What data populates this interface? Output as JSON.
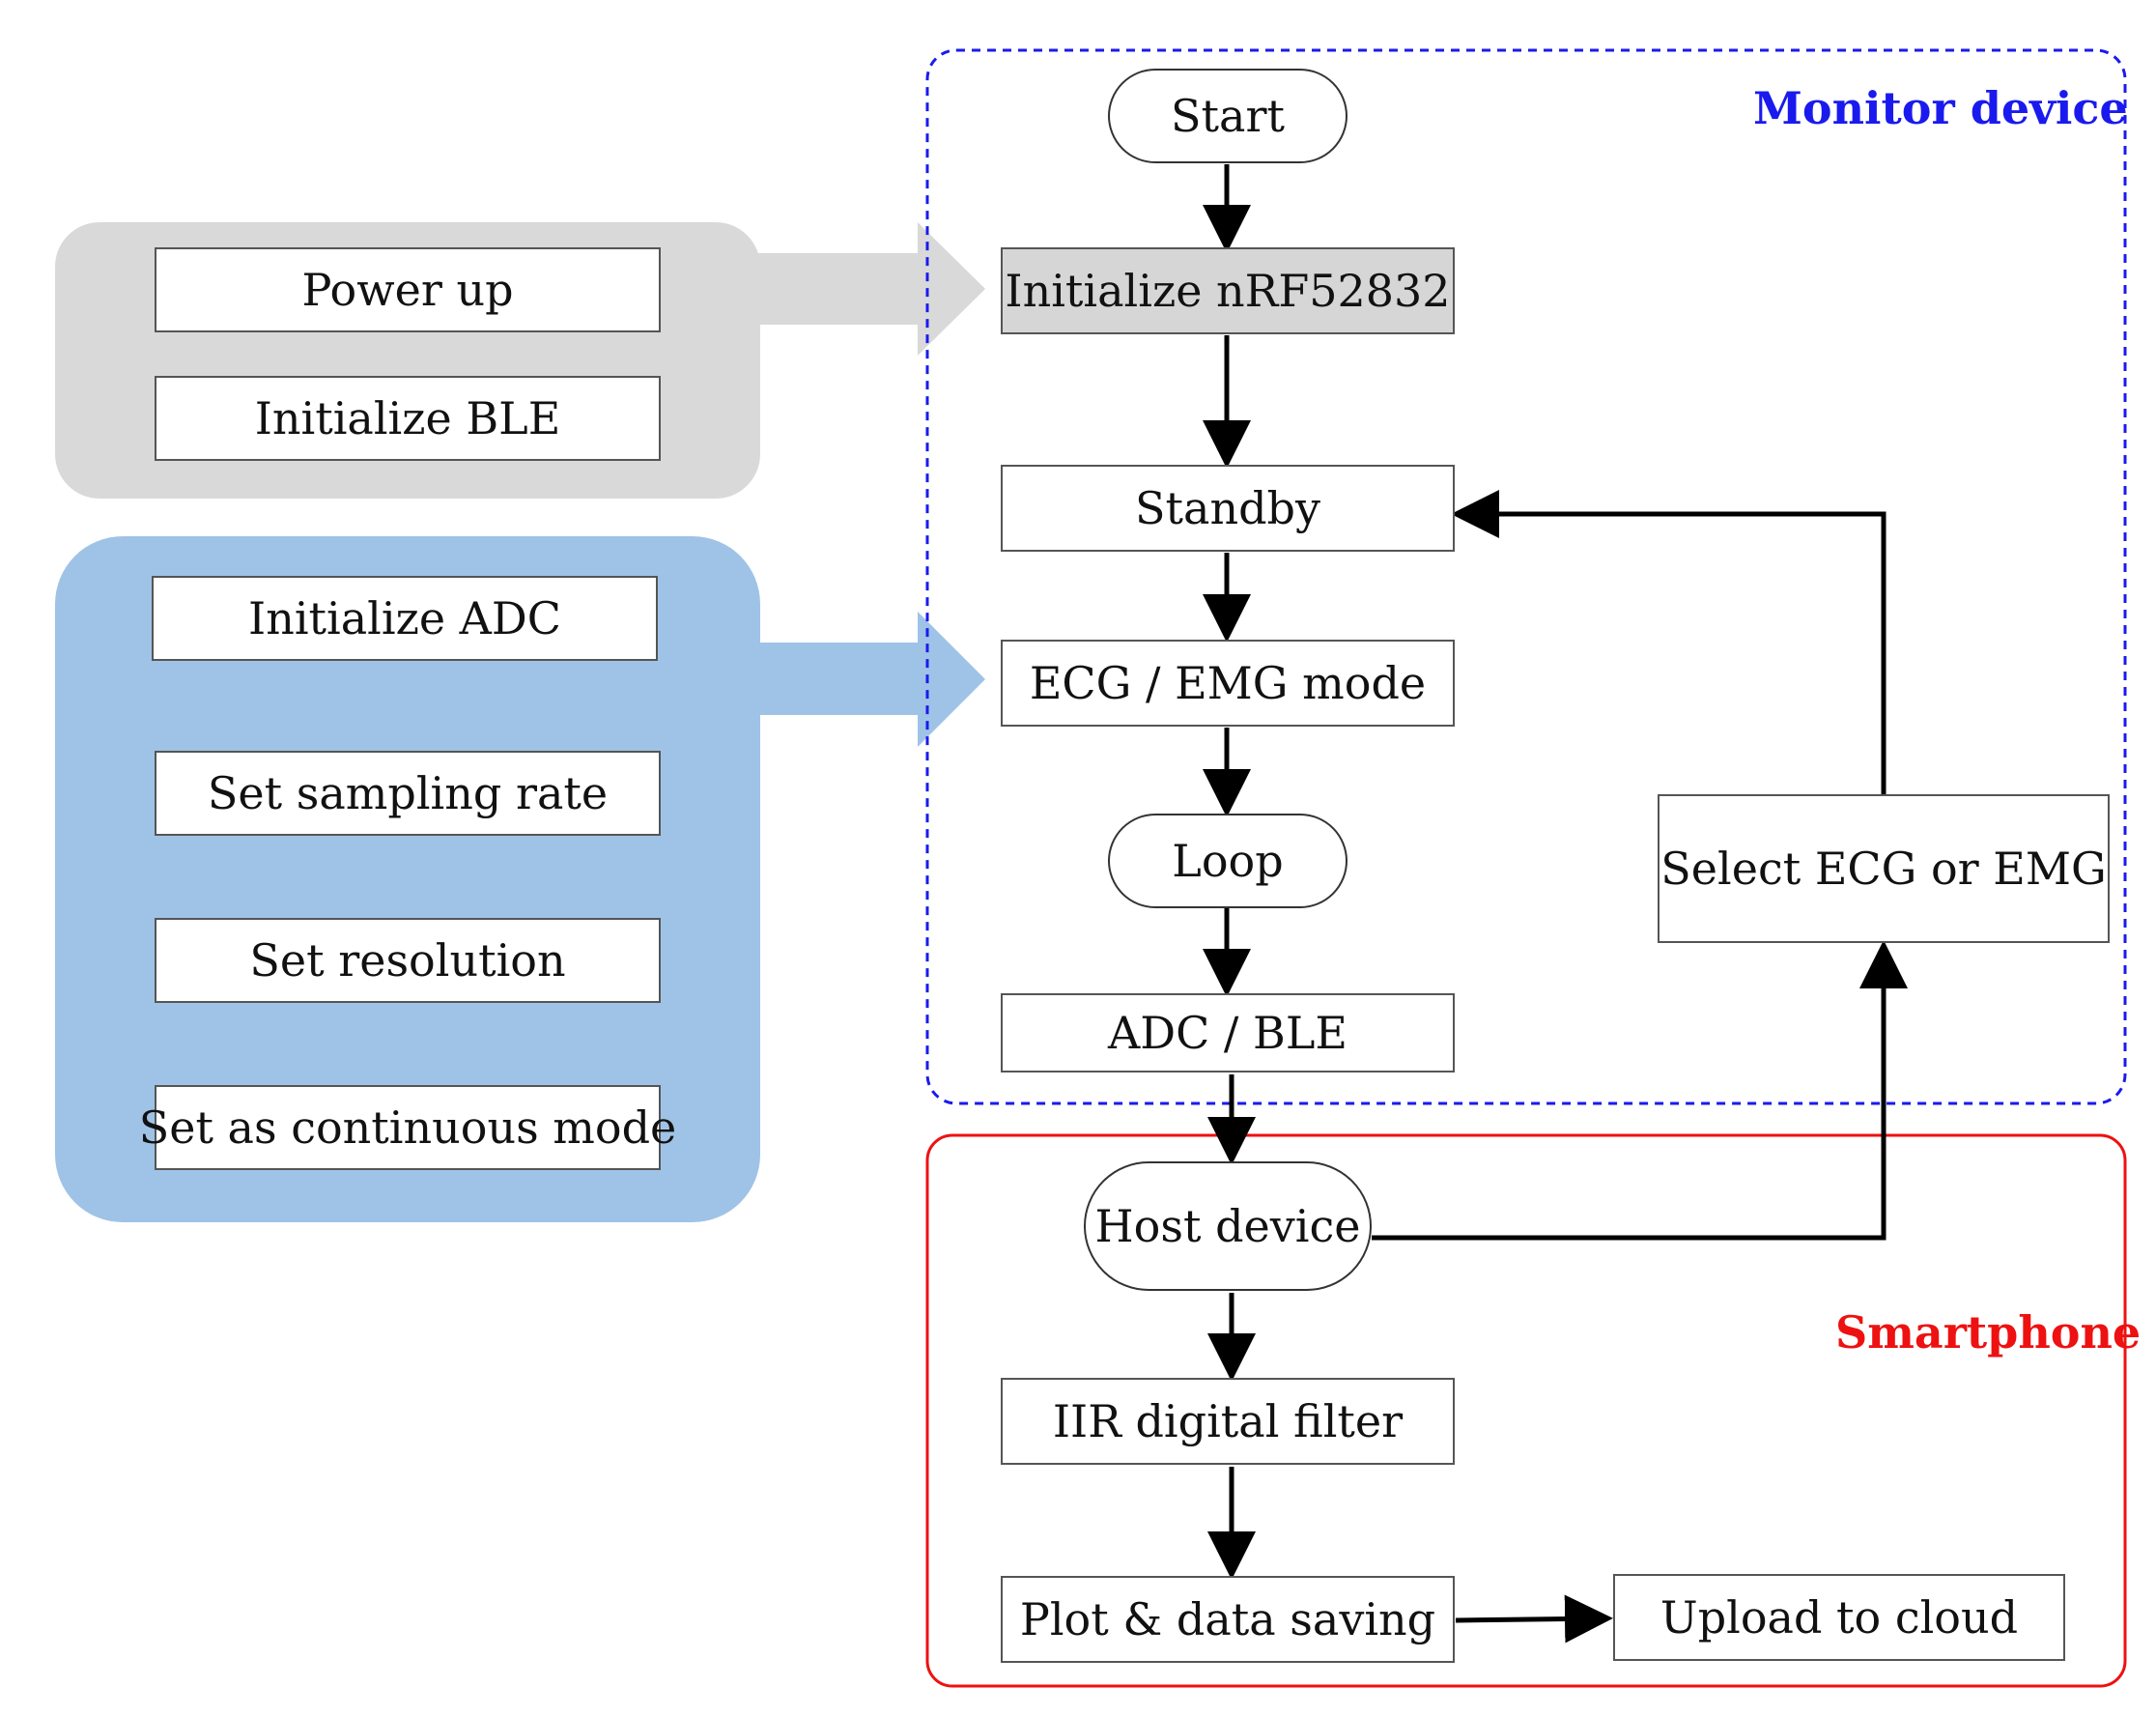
{
  "colors": {
    "monitor_border": "#1a1aee",
    "monitor_label": "#1a1aee",
    "smartphone_border": "#ee1111",
    "smartphone_label": "#ee1111",
    "init_group_fill": "#d9d9d9",
    "adc_group_fill": "#9fc3e6",
    "arrow": "#000000"
  },
  "regions": {
    "monitor_label": "Monitor device",
    "smartphone_label": "Smartphone"
  },
  "init_group": {
    "items": [
      "Power up",
      "Initialize BLE"
    ]
  },
  "adc_group": {
    "items": [
      "Initialize ADC",
      "Set sampling rate",
      "Set resolution",
      "Set as continuous mode"
    ]
  },
  "flow": {
    "start": "Start",
    "init_nrf": "Initialize nRF52832",
    "standby": "Standby",
    "mode": "ECG / EMG mode",
    "loop": "Loop",
    "adc_ble": "ADC / BLE",
    "host": "Host device",
    "filter": "IIR digital filter",
    "plot": "Plot & data saving",
    "upload": "Upload to cloud",
    "select": "Select ECG or EMG"
  }
}
